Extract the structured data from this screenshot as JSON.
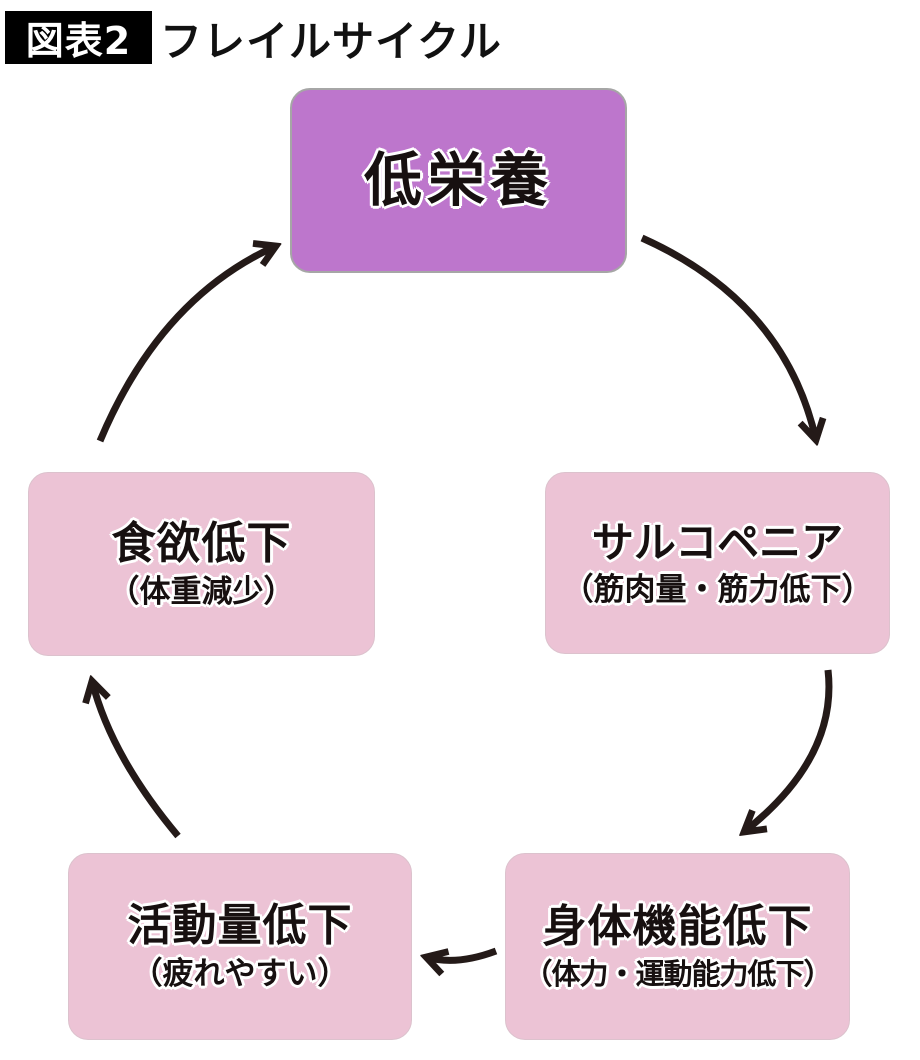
{
  "header": {
    "badge": "図表2",
    "title": "フレイルサイクル"
  },
  "nodes": {
    "malnutrition": {
      "label": "低栄養"
    },
    "sarcopenia": {
      "label": "サルコペニア",
      "sub": "（筋肉量・筋力低下）"
    },
    "physical_decline": {
      "label": "身体機能低下",
      "sub": "（体力・運動能力低下）"
    },
    "activity_decline": {
      "label": "活動量低下",
      "sub": "（疲れやすい）"
    },
    "appetite_decline": {
      "label": "食欲低下",
      "sub": "（体重減少）"
    }
  },
  "cycle_edges": [
    {
      "from": "低栄養",
      "to": "サルコペニア"
    },
    {
      "from": "サルコペニア",
      "to": "身体機能低下"
    },
    {
      "from": "身体機能低下",
      "to": "活動量低下"
    },
    {
      "from": "活動量低下",
      "to": "食欲低下"
    },
    {
      "from": "食欲低下",
      "to": "低栄養"
    }
  ],
  "colors": {
    "malnutrition_fill": "#bd76cc",
    "malnutrition_border": "#a6a6a6",
    "pink_fill": "#ecc3d5",
    "arrow": "#241a18",
    "badge_bg": "#000000",
    "badge_text": "#ffffff",
    "label_text": "#171010",
    "label_outline": "#ffffff"
  }
}
